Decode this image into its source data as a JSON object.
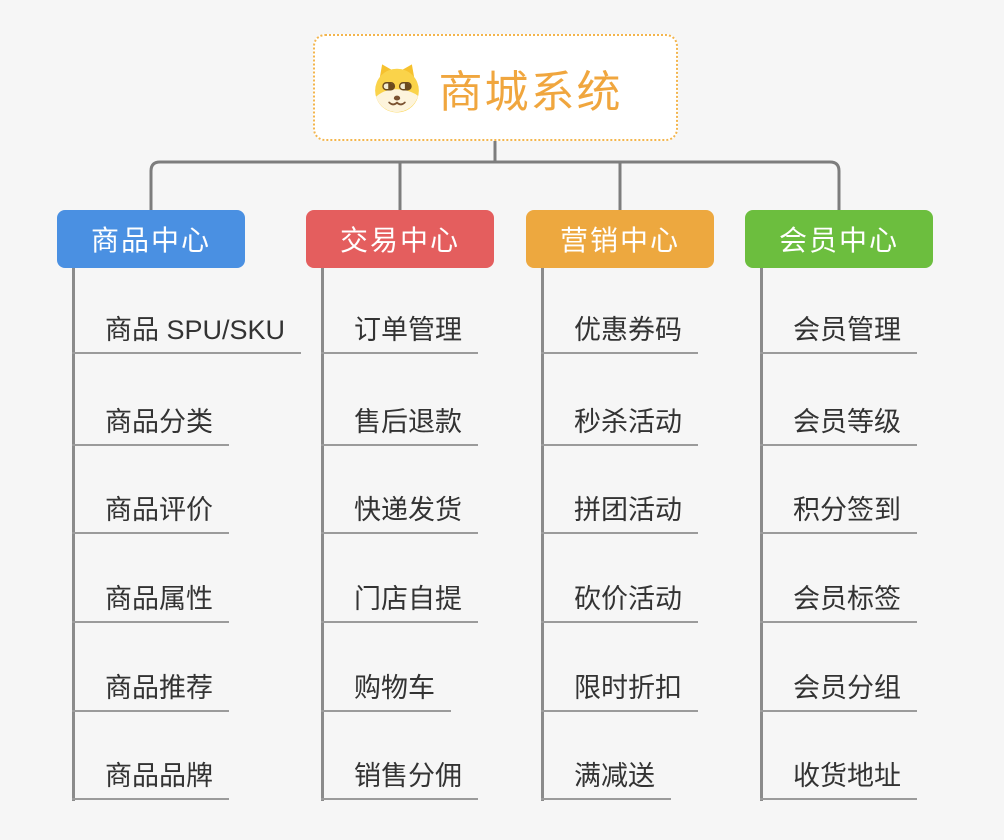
{
  "root": {
    "title": "商城系统",
    "icon": "dog-face-icon",
    "title_color": "#F0A63E",
    "border_color": "#F3B54D"
  },
  "branches": [
    {
      "label": "商品中心",
      "color": "#4A90E2",
      "children": [
        "商品 SPU/SKU",
        "商品分类",
        "商品评价",
        "商品属性",
        "商品推荐",
        "商品品牌"
      ]
    },
    {
      "label": "交易中心",
      "color": "#E45E5E",
      "children": [
        "订单管理",
        "售后退款",
        "快递发货",
        "门店自提",
        "购物车",
        "销售分佣"
      ]
    },
    {
      "label": "营销中心",
      "color": "#EDA83F",
      "children": [
        "优惠券码",
        "秒杀活动",
        "拼团活动",
        "砍价活动",
        "限时折扣",
        "满减送"
      ]
    },
    {
      "label": "会员中心",
      "color": "#6CBE3E",
      "children": [
        "会员管理",
        "会员等级",
        "积分签到",
        "会员标签",
        "会员分组",
        "收货地址"
      ]
    }
  ],
  "style": {
    "connector_color": "#7D7D7D",
    "underline_color": "#9B9B9B",
    "background": "#F6F6F6"
  }
}
